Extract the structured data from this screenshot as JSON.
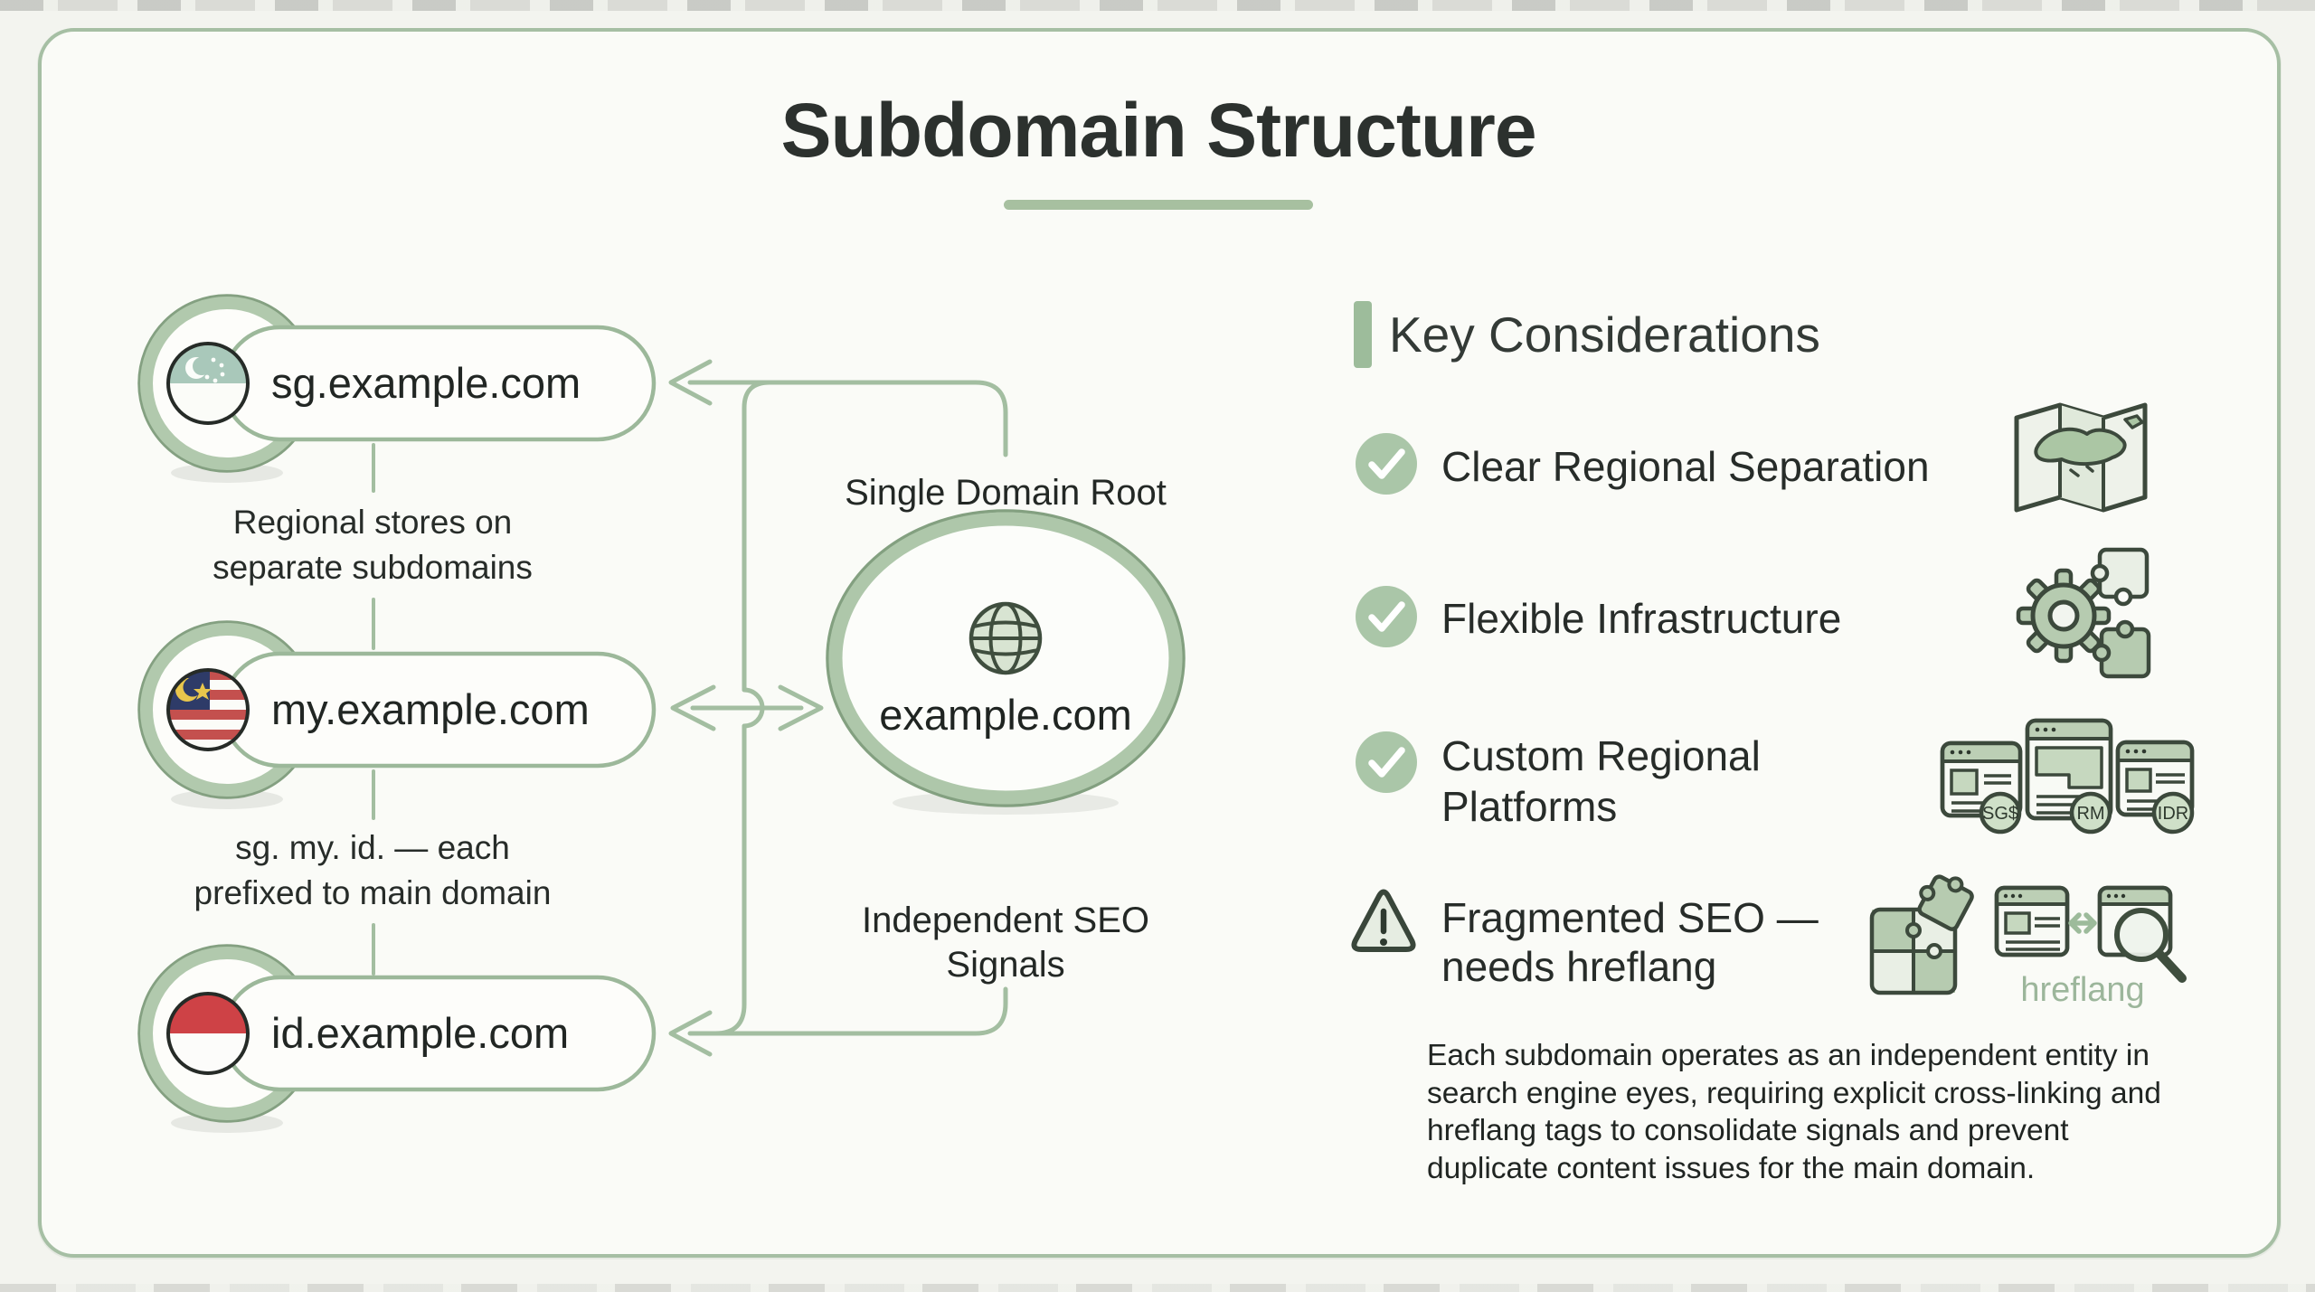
{
  "title": "Subdomain Structure",
  "diagram": {
    "nodes": [
      {
        "domain": "sg.example.com",
        "flag": "singapore-flag-icon"
      },
      {
        "domain": "my.example.com",
        "flag": "malaysia-flag-icon"
      },
      {
        "domain": "id.example.com",
        "flag": "indonesia-flag-icon"
      }
    ],
    "captions": [
      {
        "line1": "Regional stores on",
        "line2": "separate subdomains"
      },
      {
        "line1": "sg. my. id. — each",
        "line2": "prefixed to main domain"
      }
    ],
    "root": {
      "label_top": "Single Domain Root",
      "domain": "example.com",
      "icon": "globe-icon",
      "label_bottom_line1": "Independent SEO",
      "label_bottom_line2": "Signals"
    }
  },
  "considerations": {
    "heading": "Key Considerations",
    "items": [
      {
        "icon": "checkmark-icon",
        "line1": "Clear Regional Separation",
        "side_icon": "folded-map-icon"
      },
      {
        "icon": "checkmark-icon",
        "line1": "Flexible Infrastructure",
        "side_icon": "gear-puzzle-icon"
      },
      {
        "icon": "checkmark-icon",
        "line1": "Custom Regional",
        "line2": "Platforms",
        "side_icon": "storefront-windows-icon",
        "badges": [
          "SG$",
          "RM",
          "IDR"
        ]
      },
      {
        "icon": "warning-triangle-icon",
        "line1": "Fragmented SEO —",
        "line2": "needs hreflang",
        "side_icon": "hreflang-linking-icon",
        "icon_label": "hreflang"
      }
    ]
  },
  "note": {
    "line1": "Each subdomain operates as an independent entity in",
    "line2": "search engine eyes, requiring explicit cross-linking and",
    "line3": "hreflang tags to consolidate signals and prevent",
    "line4": "duplicate content issues for the main domain."
  },
  "colors": {
    "accent_green": "#a3bea1",
    "panel_green": "#b6cbb0",
    "light_green": "#e9efe5",
    "hreflang_green": "#9cb69b",
    "ink": "#262b28",
    "flag_red": "#ce4246",
    "flag_blue": "#2e3b68",
    "flag_yellow": "#e9c64c",
    "background": "#fafbf7"
  }
}
